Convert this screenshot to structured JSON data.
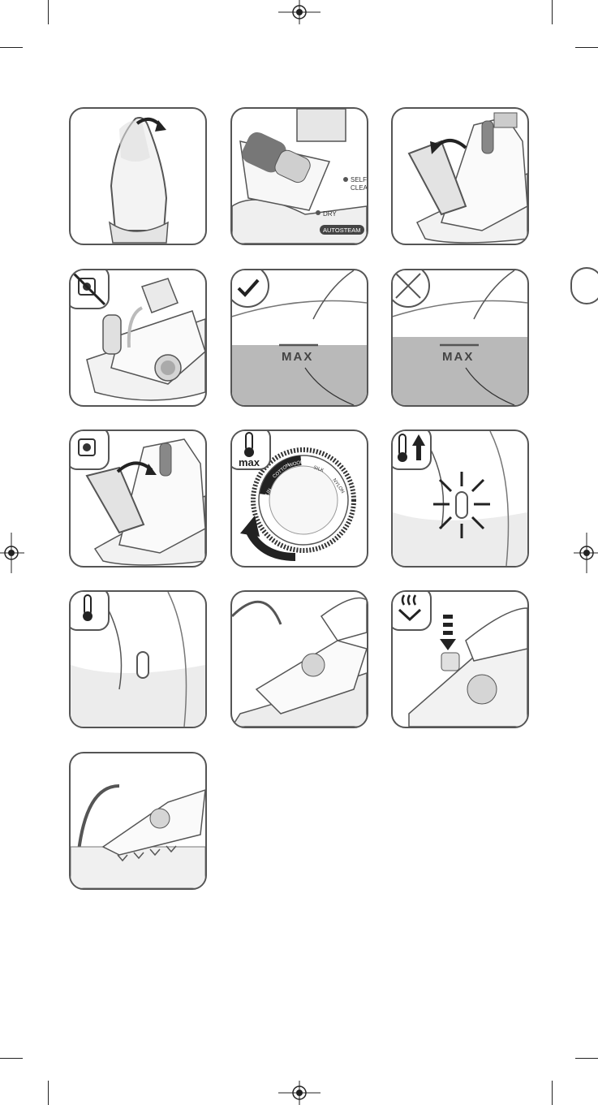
{
  "panels": {
    "p2": {
      "self_clean_line1": "SELF",
      "self_clean_line2": "CLEAN",
      "dry": "DRY",
      "autosteam": "AUTOSTEAM"
    },
    "p5": {
      "max_label": "MAX"
    },
    "p6": {
      "max_label": "MAX"
    },
    "p8": {
      "badge_label": "max",
      "dial_labels": [
        "LIN",
        "COTTON",
        "WOOL",
        "SILK",
        "NYLON"
      ]
    }
  },
  "colors": {
    "outline": "#555555",
    "water": "#b9b9b9",
    "light_fill": "#ececec",
    "dark": "#222222"
  },
  "icons": [
    "registration-mark",
    "crop-mark",
    "iron-icon",
    "checkmark-icon",
    "cross-icon",
    "plug-icon",
    "thermometer-icon",
    "steam-icon",
    "arrow-icon"
  ]
}
